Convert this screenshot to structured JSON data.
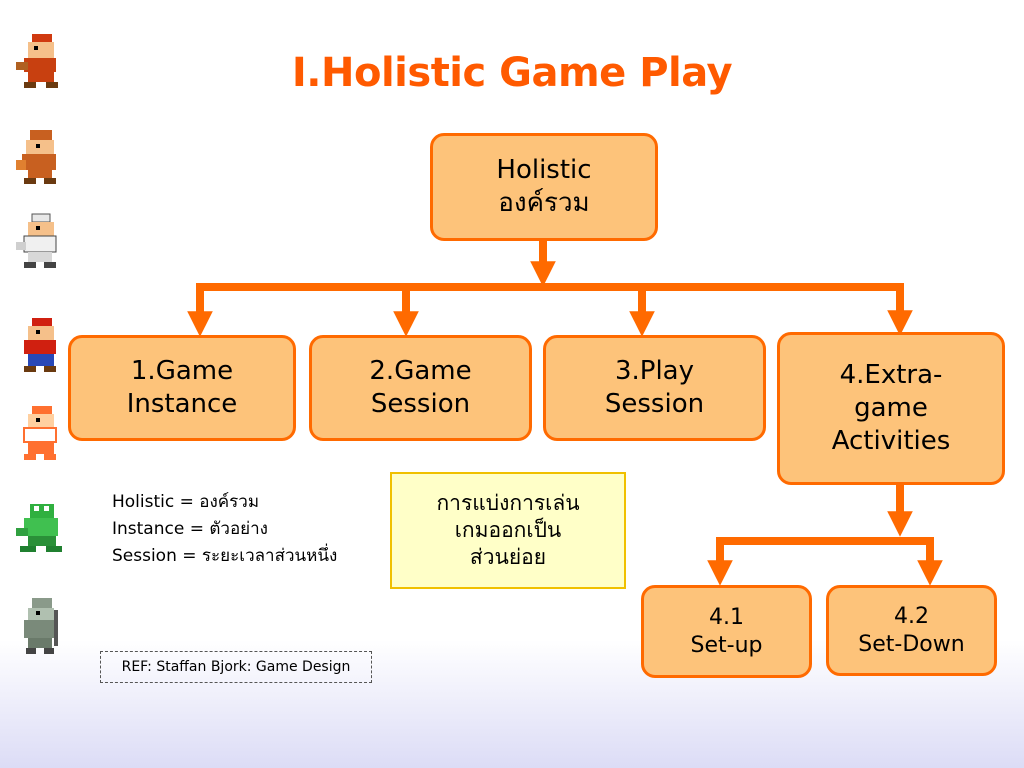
{
  "slide": {
    "title": "I.Holistic Game Play"
  },
  "diagram": {
    "root": {
      "lines": [
        "Holistic",
        "องค์รวม"
      ]
    },
    "children": [
      {
        "lines": [
          "1.Game",
          "Instance"
        ]
      },
      {
        "lines": [
          "2.Game",
          "Session"
        ]
      },
      {
        "lines": [
          "3.Play",
          "Session"
        ]
      },
      {
        "lines": [
          "4.Extra-",
          "game",
          "Activities"
        ]
      }
    ],
    "sub_children": [
      {
        "lines": [
          "4.1",
          "Set-up"
        ]
      },
      {
        "lines": [
          "4.2",
          "Set-Down"
        ]
      }
    ],
    "colors": {
      "box_fill": "#fdc37a",
      "box_border": "#ff6a00",
      "connector": "#ff6a00",
      "title": "#ff5a00"
    }
  },
  "glossary": {
    "lines": [
      "Holistic = องค์รวม",
      "Instance = ตัวอย่าง",
      "Session = ระยะเวลาส่วนหนึ่ง"
    ]
  },
  "note": {
    "lines": [
      "การแบ่งการเล่น",
      "เกมออกเป็น",
      "ส่วนย่อย"
    ]
  },
  "reference": {
    "text": "REF: Staffan Bjork: Game Design"
  },
  "sidebar": {
    "sprites": [
      {
        "icon": "raccoon-mario-sprite"
      },
      {
        "icon": "tanooki-mario-sprite"
      },
      {
        "icon": "white-raccoon-mario-sprite"
      },
      {
        "icon": "super-mario-sprite"
      },
      {
        "icon": "fire-mario-sprite"
      },
      {
        "icon": "frog-mario-sprite"
      },
      {
        "icon": "hammer-mario-sprite"
      }
    ]
  }
}
